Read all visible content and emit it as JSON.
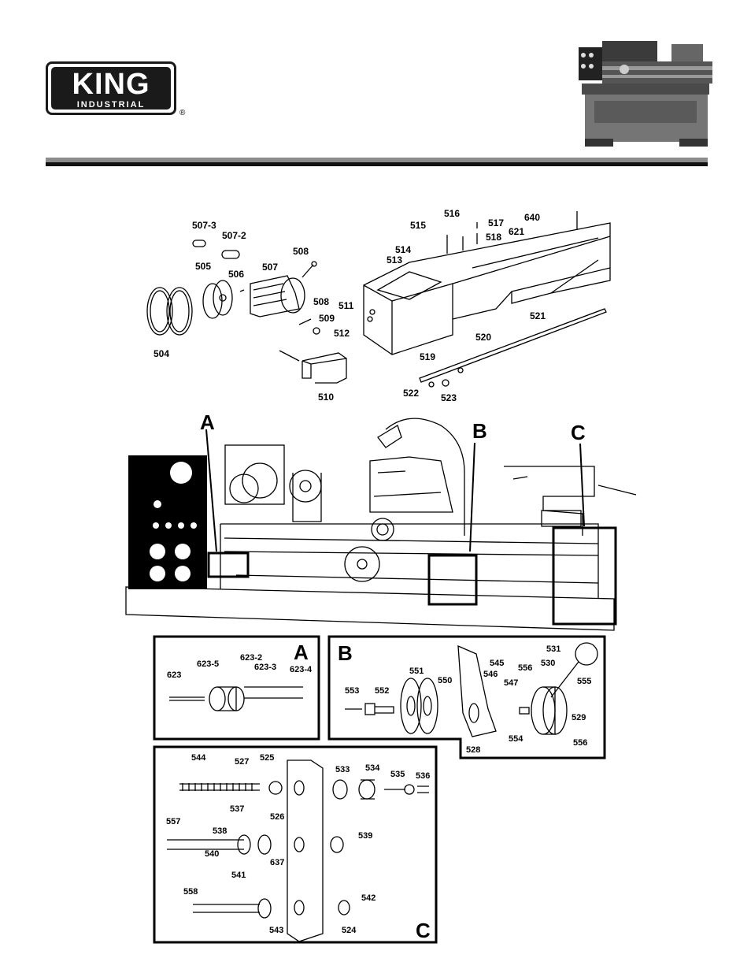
{
  "brand": {
    "name": "KING",
    "sub": "INDUSTRIAL",
    "reg": "®"
  },
  "detail_letters": {
    "A": "A",
    "B": "B",
    "C": "C"
  },
  "callouts": {
    "top_left": [
      "507-3",
      "507-2",
      "508",
      "507",
      "505",
      "506",
      "508",
      "509",
      "504",
      "510"
    ],
    "top_right": [
      "516",
      "517",
      "515",
      "640",
      "621",
      "518",
      "514",
      "513",
      "511",
      "512",
      "521",
      "520",
      "519",
      "522",
      "523"
    ],
    "box_a": [
      "623",
      "623-5",
      "623-2",
      "623-3",
      "623-4"
    ],
    "box_b": [
      "531",
      "545",
      "530",
      "556",
      "546",
      "555",
      "551",
      "550",
      "547",
      "553",
      "552",
      "529",
      "554",
      "528",
      "556"
    ],
    "box_c": [
      "544",
      "527",
      "525",
      "533",
      "534",
      "535",
      "536",
      "537",
      "526",
      "557",
      "538",
      "539",
      "540",
      "637",
      "541",
      "558",
      "542",
      "543",
      "524"
    ]
  }
}
